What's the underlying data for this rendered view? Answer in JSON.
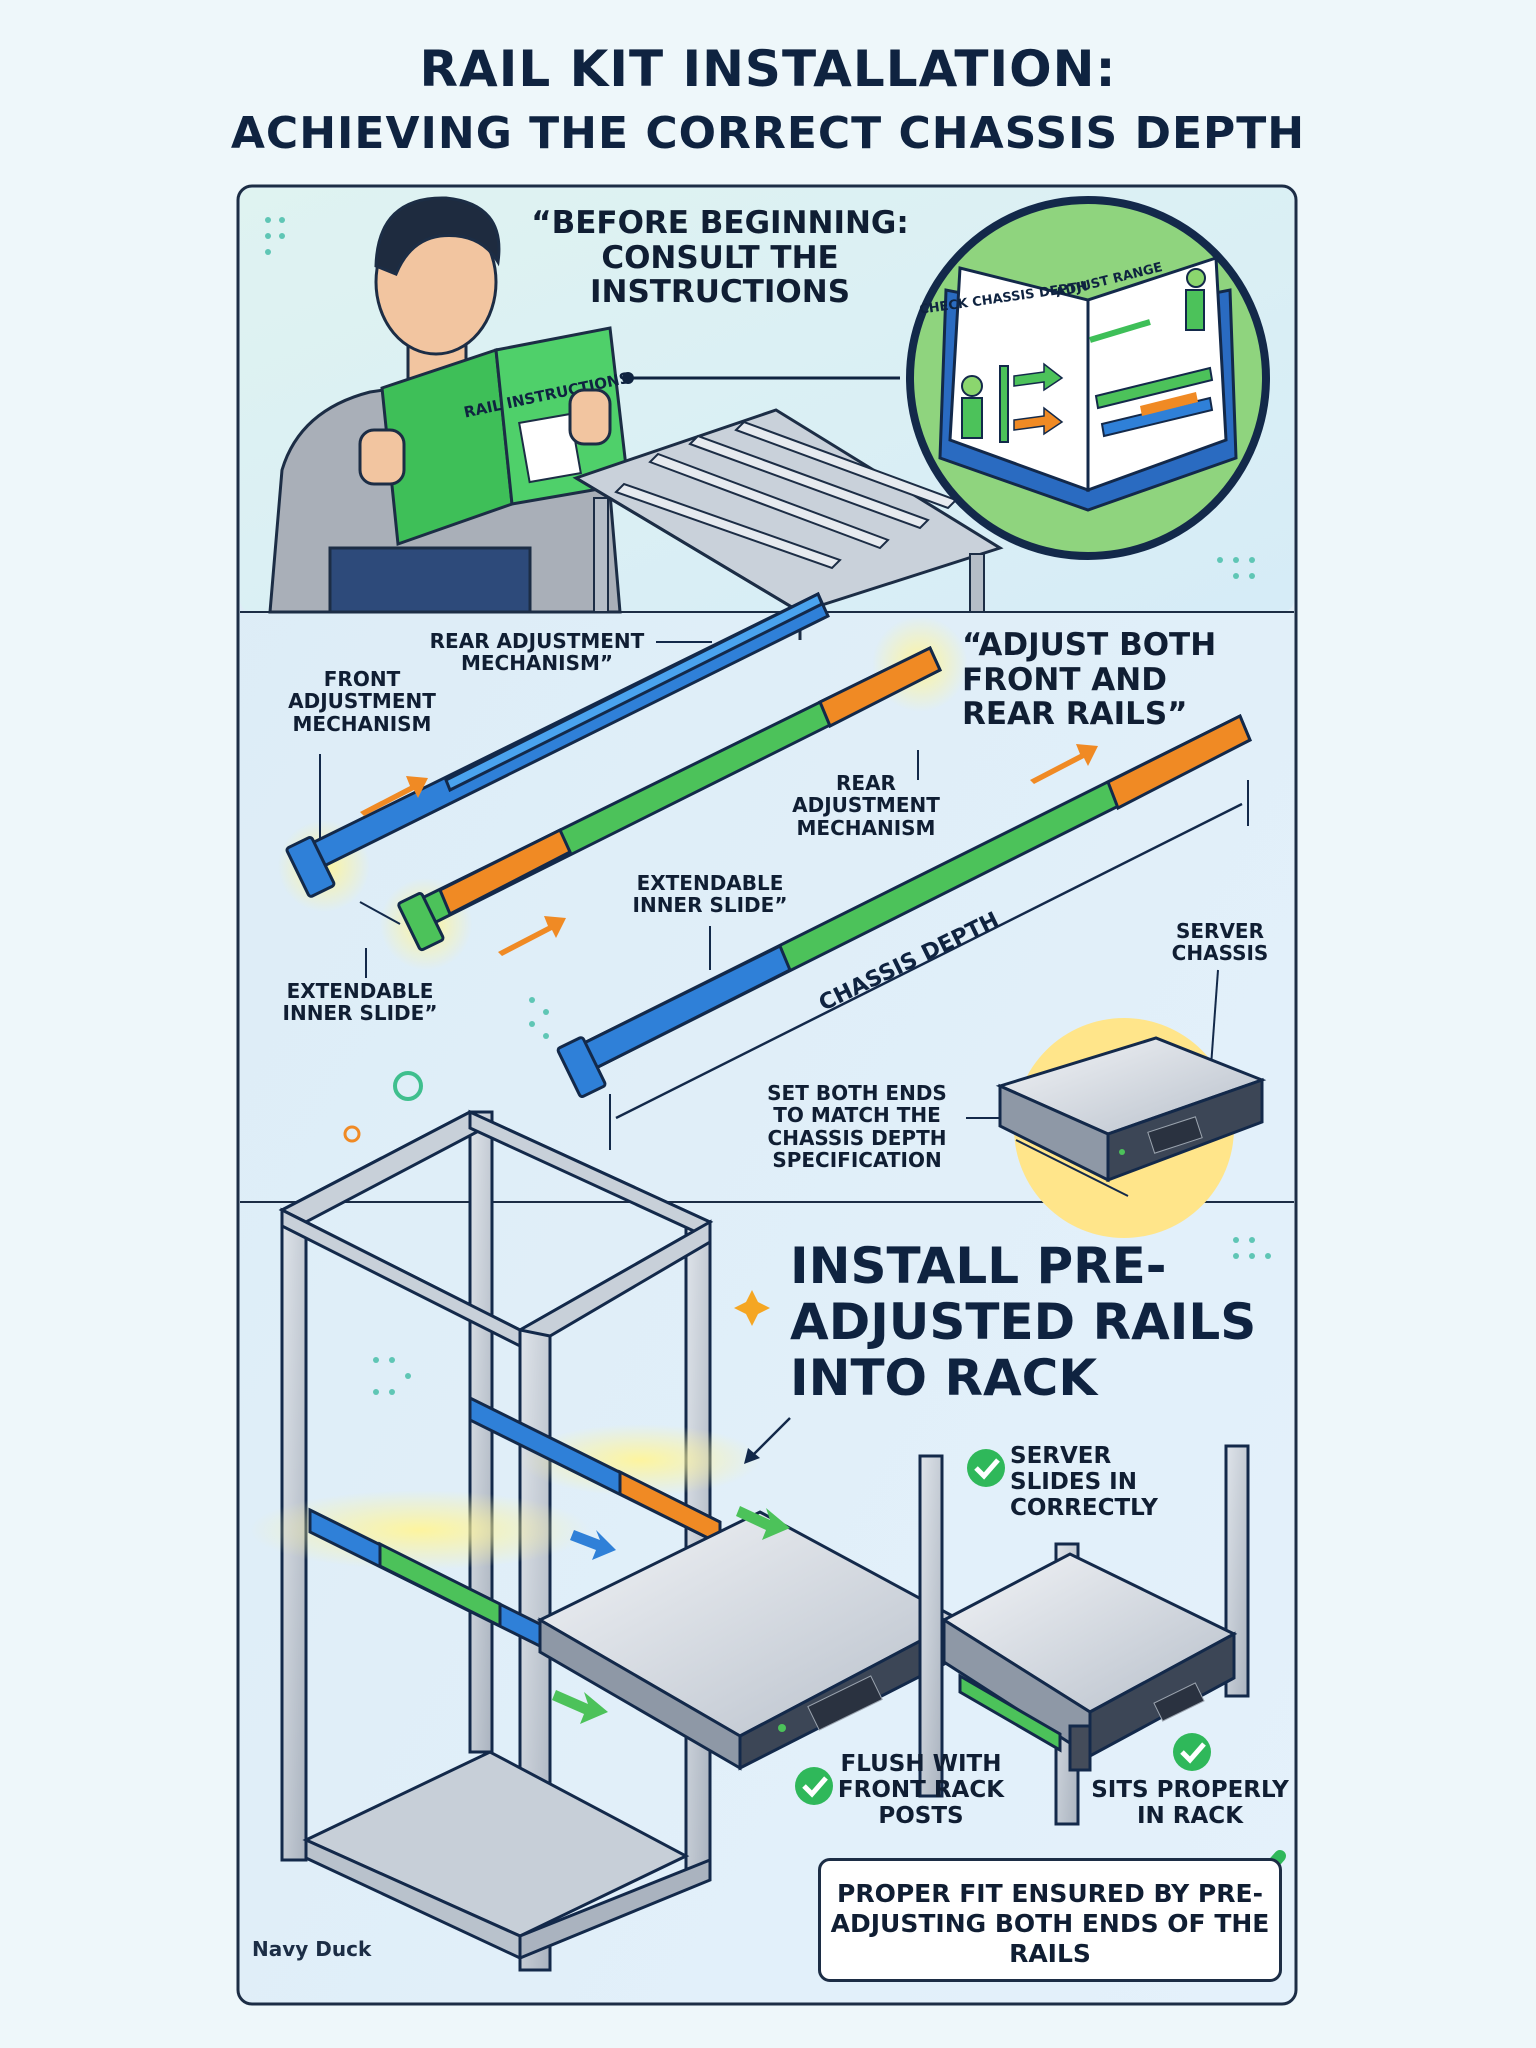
{
  "title": {
    "line1": "RAIL KIT INSTALLATION:",
    "line2": "ACHIEVING THE CORRECT CHASSIS DEPTH"
  },
  "step1": {
    "callout": "“BEFORE BEGINNING: CONSULT THE INSTRUCTIONS",
    "book_cover": "RAIL INSTRUCTIONS",
    "manual_page_left": "CHECK CHASSIS DEPTH",
    "manual_page_right": "ADJUST RANGE"
  },
  "step2": {
    "rear_mech_top": "REAR ADJUSTMENT MECHANISM”",
    "front_mech": "FRONT ADJUSTMENT MECHANISM",
    "callout": "“ADJUST BOTH FRONT AND REAR RAILS”",
    "rear_mech_mid": "REAR ADJUSTMENT MECHANISM",
    "inner_slide_mid": "EXTENDABLE INNER SLIDE”",
    "inner_slide_left": "EXTENDABLE INNER SLIDE”",
    "chassis_depth": "CHASSIS DEPTH",
    "server_chassis": "SERVER CHASSIS",
    "set_both_ends": "SET BOTH ENDS TO MATCH THE CHASSIS DEPTH SPECIFICATION"
  },
  "step3": {
    "heading": "INSTALL PRE-ADJUSTED RAILS INTO RACK",
    "check_slides": "SERVER SLIDES IN CORRECTLY",
    "check_flush": "FLUSH WITH FRONT RACK POSTS",
    "check_sits": "SITS PROPERLY IN RACK",
    "summary": "PROPER FIT ENSURED BY PRE-ADJUSTING BOTH ENDS OF THE RAILS"
  },
  "signature": "Navy Duck",
  "colors": {
    "navy": "#0f2340",
    "rail_blue": "#2f80d8",
    "rail_green": "#4cc25a",
    "rail_orange": "#f08a24",
    "check_green": "#2fb85a",
    "highlight_yellow": "#ffe66b"
  }
}
